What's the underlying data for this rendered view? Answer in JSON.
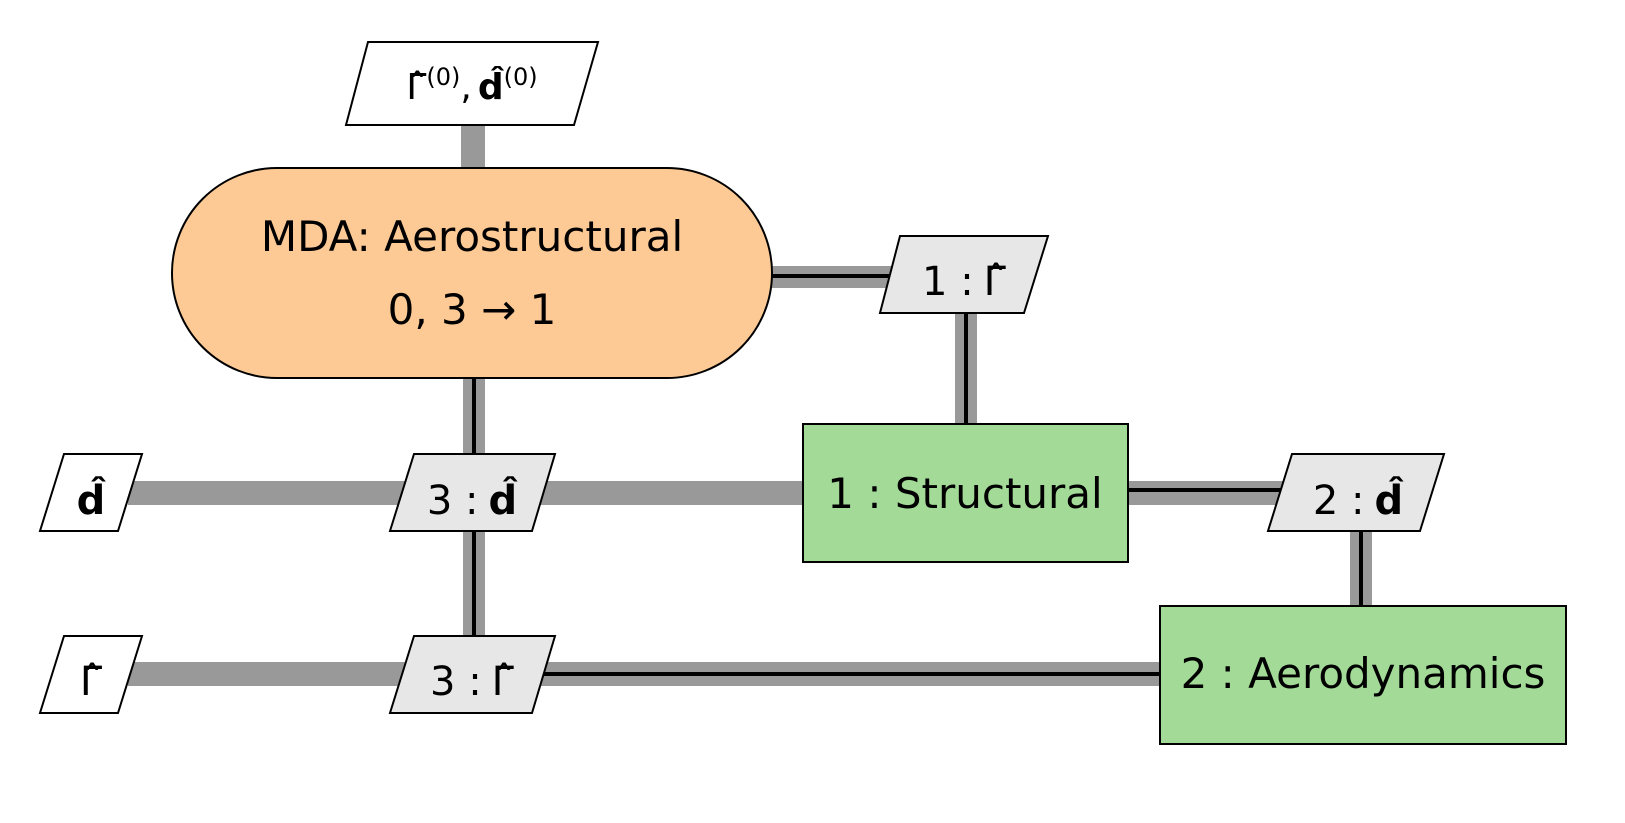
{
  "colors": {
    "driver_fill": "#fdca96",
    "discipline_fill": "#a3da97",
    "io_fill": "#ffffff",
    "var_fill": "#e7e7e7",
    "data_line": "#999999",
    "process_line": "#000000"
  },
  "input": {
    "gamma0": "Γ̂",
    "gamma0_sup": "(0)",
    "sep": ",",
    "d0": "d̂",
    "d0_sup": "(0)"
  },
  "mda": {
    "title": "MDA: Aerostructural",
    "steps": "0, 3 → 1"
  },
  "var_1_gamma": {
    "prefix": "1 :",
    "symbol": "Γ̂"
  },
  "structural": {
    "label": "1 : Structural"
  },
  "var_2_d": {
    "prefix": "2 :",
    "symbol": "d̂"
  },
  "aerodynamics": {
    "label": "2 : Aerodynamics"
  },
  "var_3_d": {
    "prefix": "3 :",
    "symbol": "d̂"
  },
  "var_3_gamma": {
    "prefix": "3 :",
    "symbol": "Γ̂"
  },
  "out_d": {
    "symbol": "d̂"
  },
  "out_gamma": {
    "symbol": "Γ̂"
  }
}
